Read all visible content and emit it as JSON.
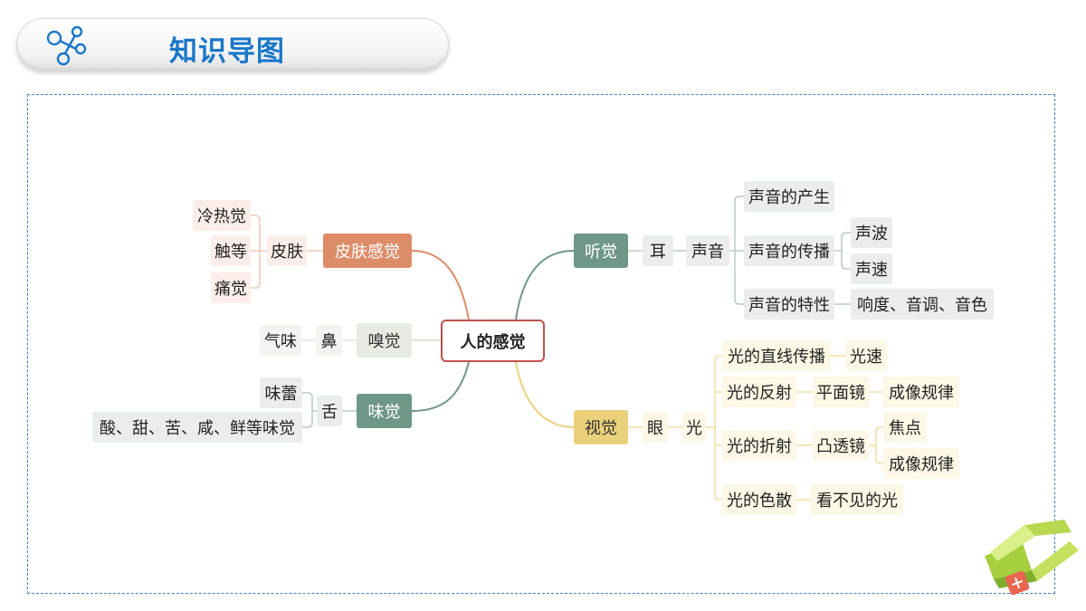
{
  "header": {
    "title": "知识导图",
    "icon": "network-icon"
  },
  "map": {
    "center": "人的感觉",
    "skin": {
      "label": "皮肤感觉",
      "organ": "皮肤",
      "items": [
        "冷热觉",
        "触等",
        "痛觉"
      ]
    },
    "smell": {
      "label": "嗅觉",
      "organ": "鼻",
      "items": [
        "气味"
      ]
    },
    "taste": {
      "label": "味觉",
      "organ": "舌",
      "items": [
        "味蕾",
        "酸、甜、苦、咸、鲜等味觉"
      ]
    },
    "hearing": {
      "label": "听觉",
      "organ": "耳",
      "stimulus": "声音",
      "topics": {
        "production": "声音的产生",
        "propagation": "声音的传播",
        "properties": "声音的特性"
      },
      "propagation_items": [
        "声波",
        "声速"
      ],
      "properties_detail": "响度、音调、音色"
    },
    "vision": {
      "label": "视觉",
      "organ": "眼",
      "stimulus": "光",
      "topics": {
        "straight": "光的直线传播",
        "reflection": "光的反射",
        "refraction": "光的折射",
        "dispersion": "光的色散"
      },
      "straight_detail": "光速",
      "reflection_detail": "平面镜",
      "reflection_sub": "成像规律",
      "refraction_detail": "凸透镜",
      "refraction_subs": [
        "焦点",
        "成像规律"
      ],
      "dispersion_detail": "看不见的光"
    }
  },
  "colors": {
    "skin": "#dd8c68",
    "hearing": "#6f9786",
    "smell": "#e6ece2",
    "taste": "#6f9786",
    "vision": "#ead07a",
    "center_border": "#c0504d",
    "frame": "#3b7fc4",
    "title": "#1a77c8"
  }
}
